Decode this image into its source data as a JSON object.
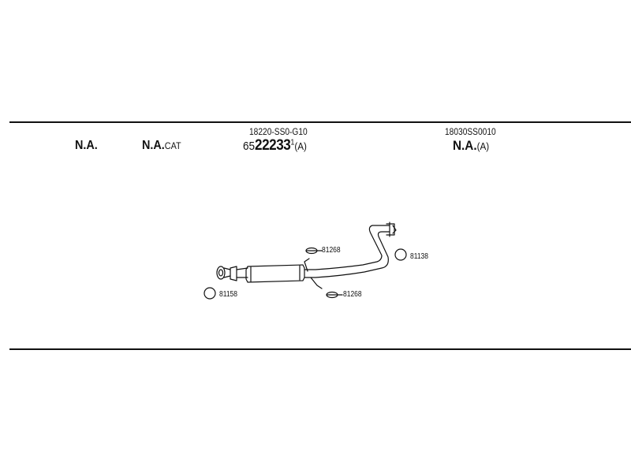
{
  "header": {
    "col1": {
      "label": "N.A."
    },
    "col2": {
      "label": "N.A.",
      "suffix": "CAT"
    },
    "col3": {
      "part_code": "18220-SS0-G10",
      "prefix": "65",
      "number": "22233",
      "superscript": "1",
      "suffix": "(A)"
    },
    "col4": {
      "part_code": "18030SS0010",
      "label": "N.A.",
      "suffix": "(A)"
    }
  },
  "parts": [
    {
      "number": "81158"
    },
    {
      "number": "81268"
    },
    {
      "number": "81268"
    },
    {
      "number": "81138"
    }
  ]
}
